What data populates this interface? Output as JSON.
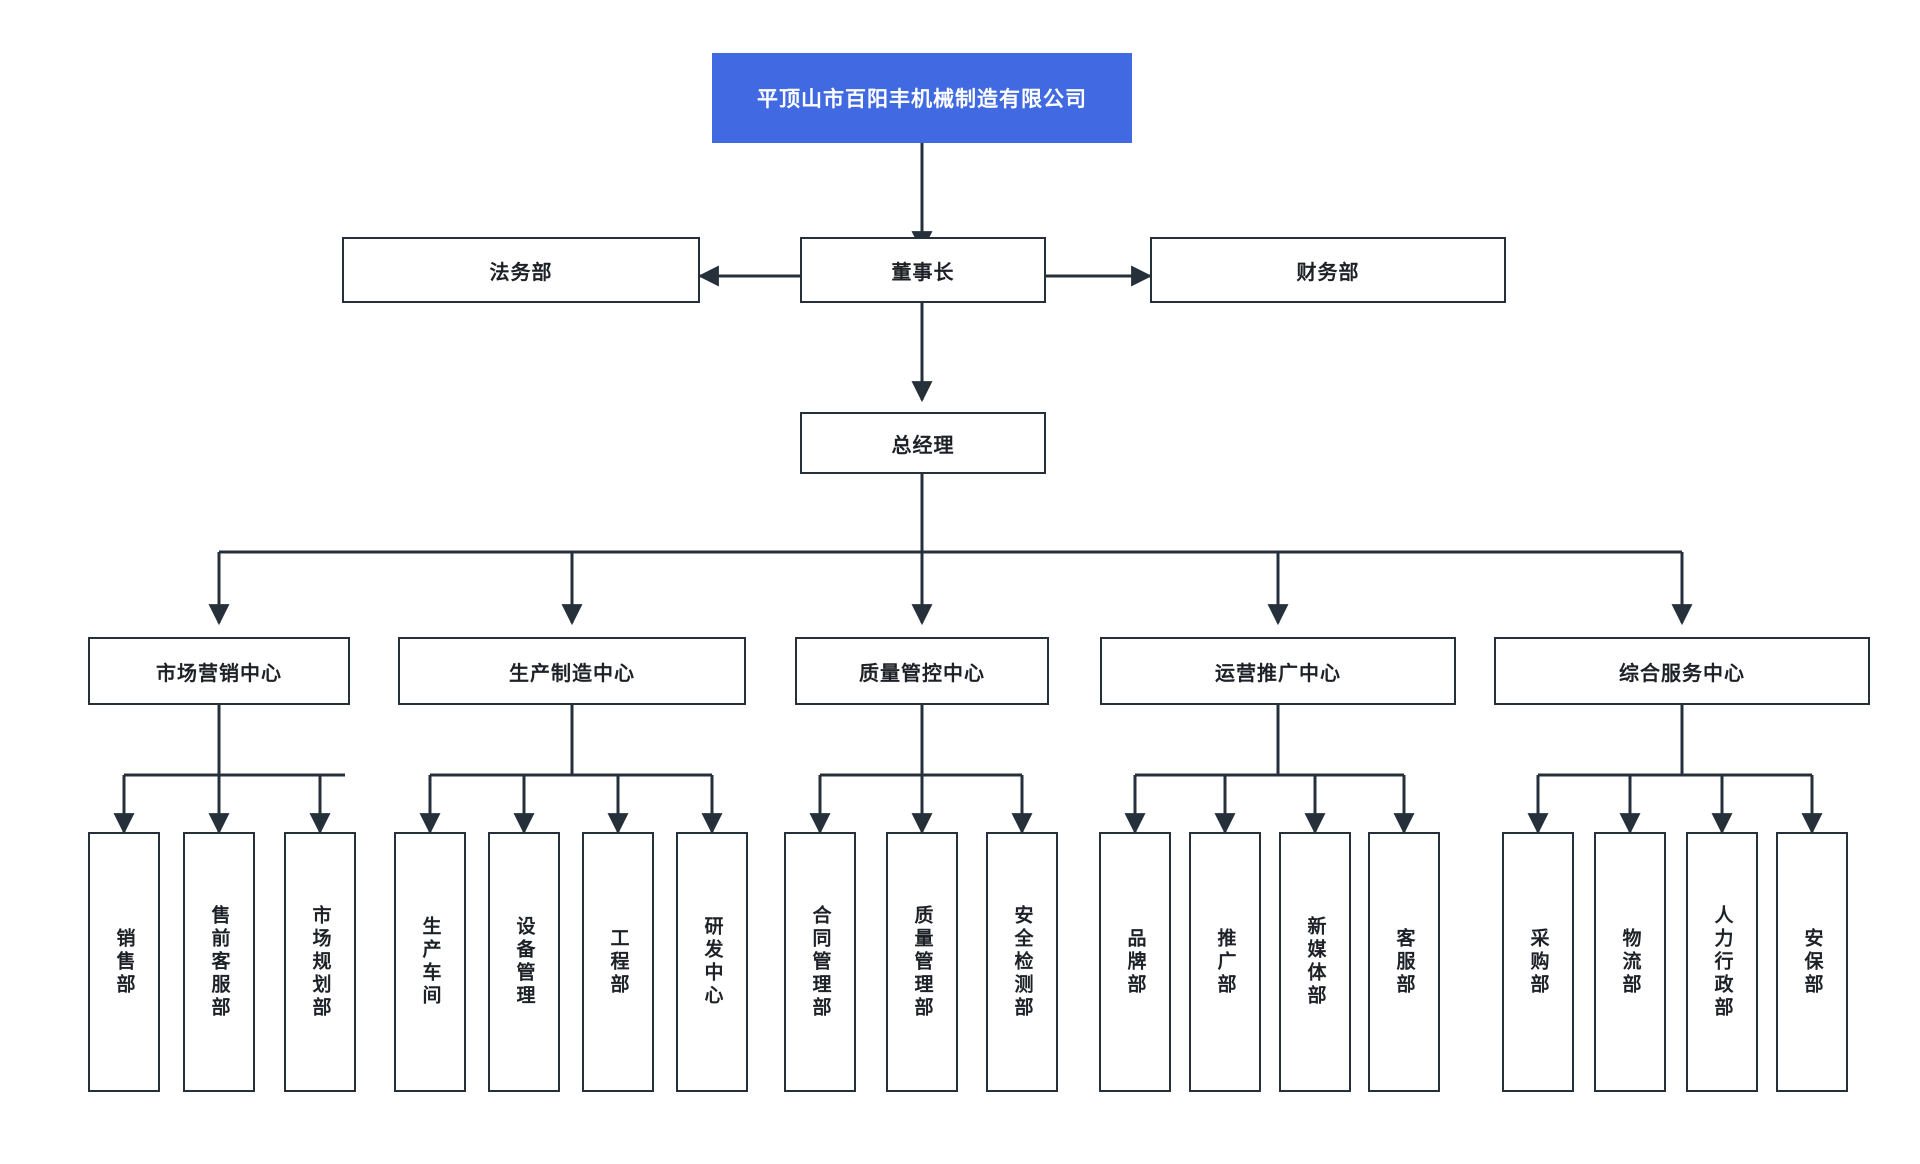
{
  "chart": {
    "type": "org-chart",
    "title": "平顶山市百阳丰机械制造有限公司",
    "accent_color": "#4169e1",
    "border_color": "#26303b",
    "text_color": "#1d2228",
    "background_color": "#ffffff"
  },
  "root": {
    "label": "平顶山市百阳丰机械制造有限公司"
  },
  "level1": {
    "chairman": "董事长",
    "legal": "法务部",
    "finance": "财务部"
  },
  "level2": {
    "general_manager": "总经理"
  },
  "centers": [
    {
      "label": "市场营销中心",
      "children": [
        "销售部",
        "售前客服部",
        "市场规划部"
      ]
    },
    {
      "label": "生产制造中心",
      "children": [
        "生产车间",
        "设备管理",
        "工程部",
        "研发中心"
      ]
    },
    {
      "label": "质量管控中心",
      "children": [
        "合同管理部",
        "质量管理部",
        "安全检测部"
      ]
    },
    {
      "label": "运营推广中心",
      "children": [
        "品牌部",
        "推广部",
        "新媒体部",
        "客服部"
      ]
    },
    {
      "label": "综合服务中心",
      "children": [
        "采购部",
        "物流部",
        "人力行政部",
        "安保部"
      ]
    }
  ]
}
